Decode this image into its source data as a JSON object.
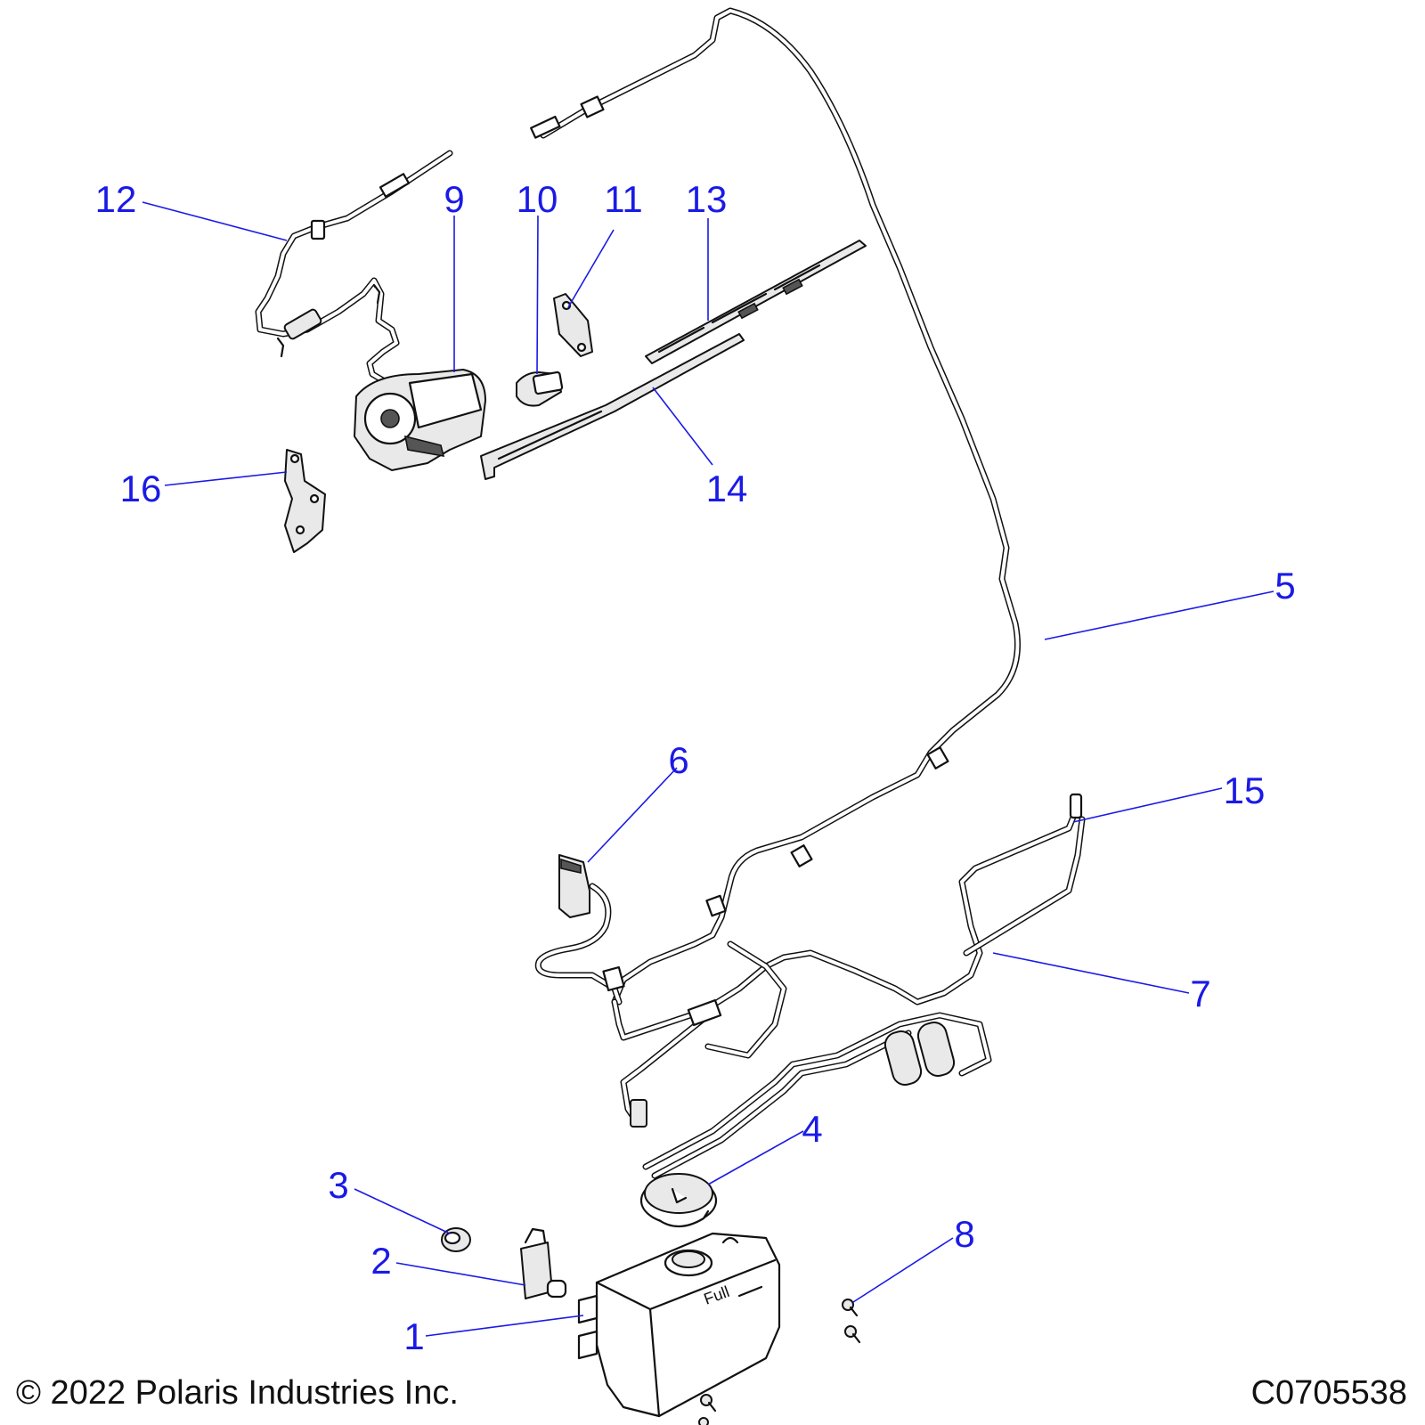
{
  "callouts": [
    {
      "id": "1",
      "label": "1"
    },
    {
      "id": "2",
      "label": "2"
    },
    {
      "id": "3",
      "label": "3"
    },
    {
      "id": "4",
      "label": "4"
    },
    {
      "id": "5",
      "label": "5"
    },
    {
      "id": "6",
      "label": "6"
    },
    {
      "id": "7",
      "label": "7"
    },
    {
      "id": "8",
      "label": "8"
    },
    {
      "id": "9",
      "label": "9"
    },
    {
      "id": "10",
      "label": "10"
    },
    {
      "id": "11",
      "label": "11"
    },
    {
      "id": "12",
      "label": "12"
    },
    {
      "id": "13",
      "label": "13"
    },
    {
      "id": "14",
      "label": "14"
    },
    {
      "id": "15",
      "label": "15"
    },
    {
      "id": "16",
      "label": "16"
    }
  ],
  "tank_text": "Full",
  "footer": {
    "copyright": "© 2022 Polaris Industries Inc.",
    "drawing_number": "C0705538"
  },
  "colors": {
    "callout": "#1a1ae6",
    "line_art": "#111111",
    "background": "#ffffff"
  }
}
